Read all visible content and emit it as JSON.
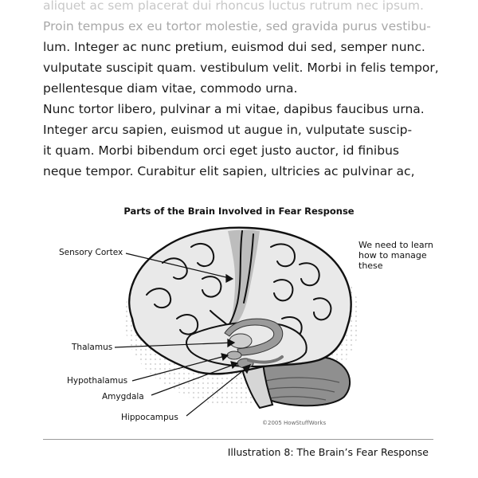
{
  "body_text": {
    "lines": [
      "aliquet ac sem placerat dui rhoncus luctus rutrum nec ipsum.",
      "Proin tempus ex eu tortor molestie, sed gravida purus vestibu-",
      "lum. Integer ac nunc pretium, euismod dui sed, semper nunc.",
      "vulputate suscipit quam. vestibulum velit. Morbi in felis tempor,",
      "pellentesque diam vitae, commodo urna.",
      "Nunc tortor libero, pulvinar a mi vitae, dapibus faucibus urna.",
      "Integer arcu sapien, euismod ut augue in, vulputate suscip-",
      "it quam. Morbi bibendum orci eget justo auctor, id finibus",
      "neque tempor. Curabitur elit sapien, ultricies ac pulvinar ac,"
    ]
  },
  "figure": {
    "title": "Parts of the Brain Involved in Fear Response",
    "labels": {
      "sensory_cortex": "Sensory Cortex",
      "thalamus": "Thalamus",
      "hypothalamus": "Hypothalamus",
      "amygdala": "Amygdala",
      "hippocampus": "Hippocampus"
    },
    "note": "We need to learn how to manage these",
    "copyright": "©2005 HowStuffWorks"
  },
  "caption": "Illustration 8: The Brain’s Fear Response",
  "colors": {
    "brain_fill": "#e9e9e9",
    "cortex_highlight": "#bdbdbd",
    "limbic": "#9a9a9a",
    "cerebellum": "#8f8f8f"
  }
}
